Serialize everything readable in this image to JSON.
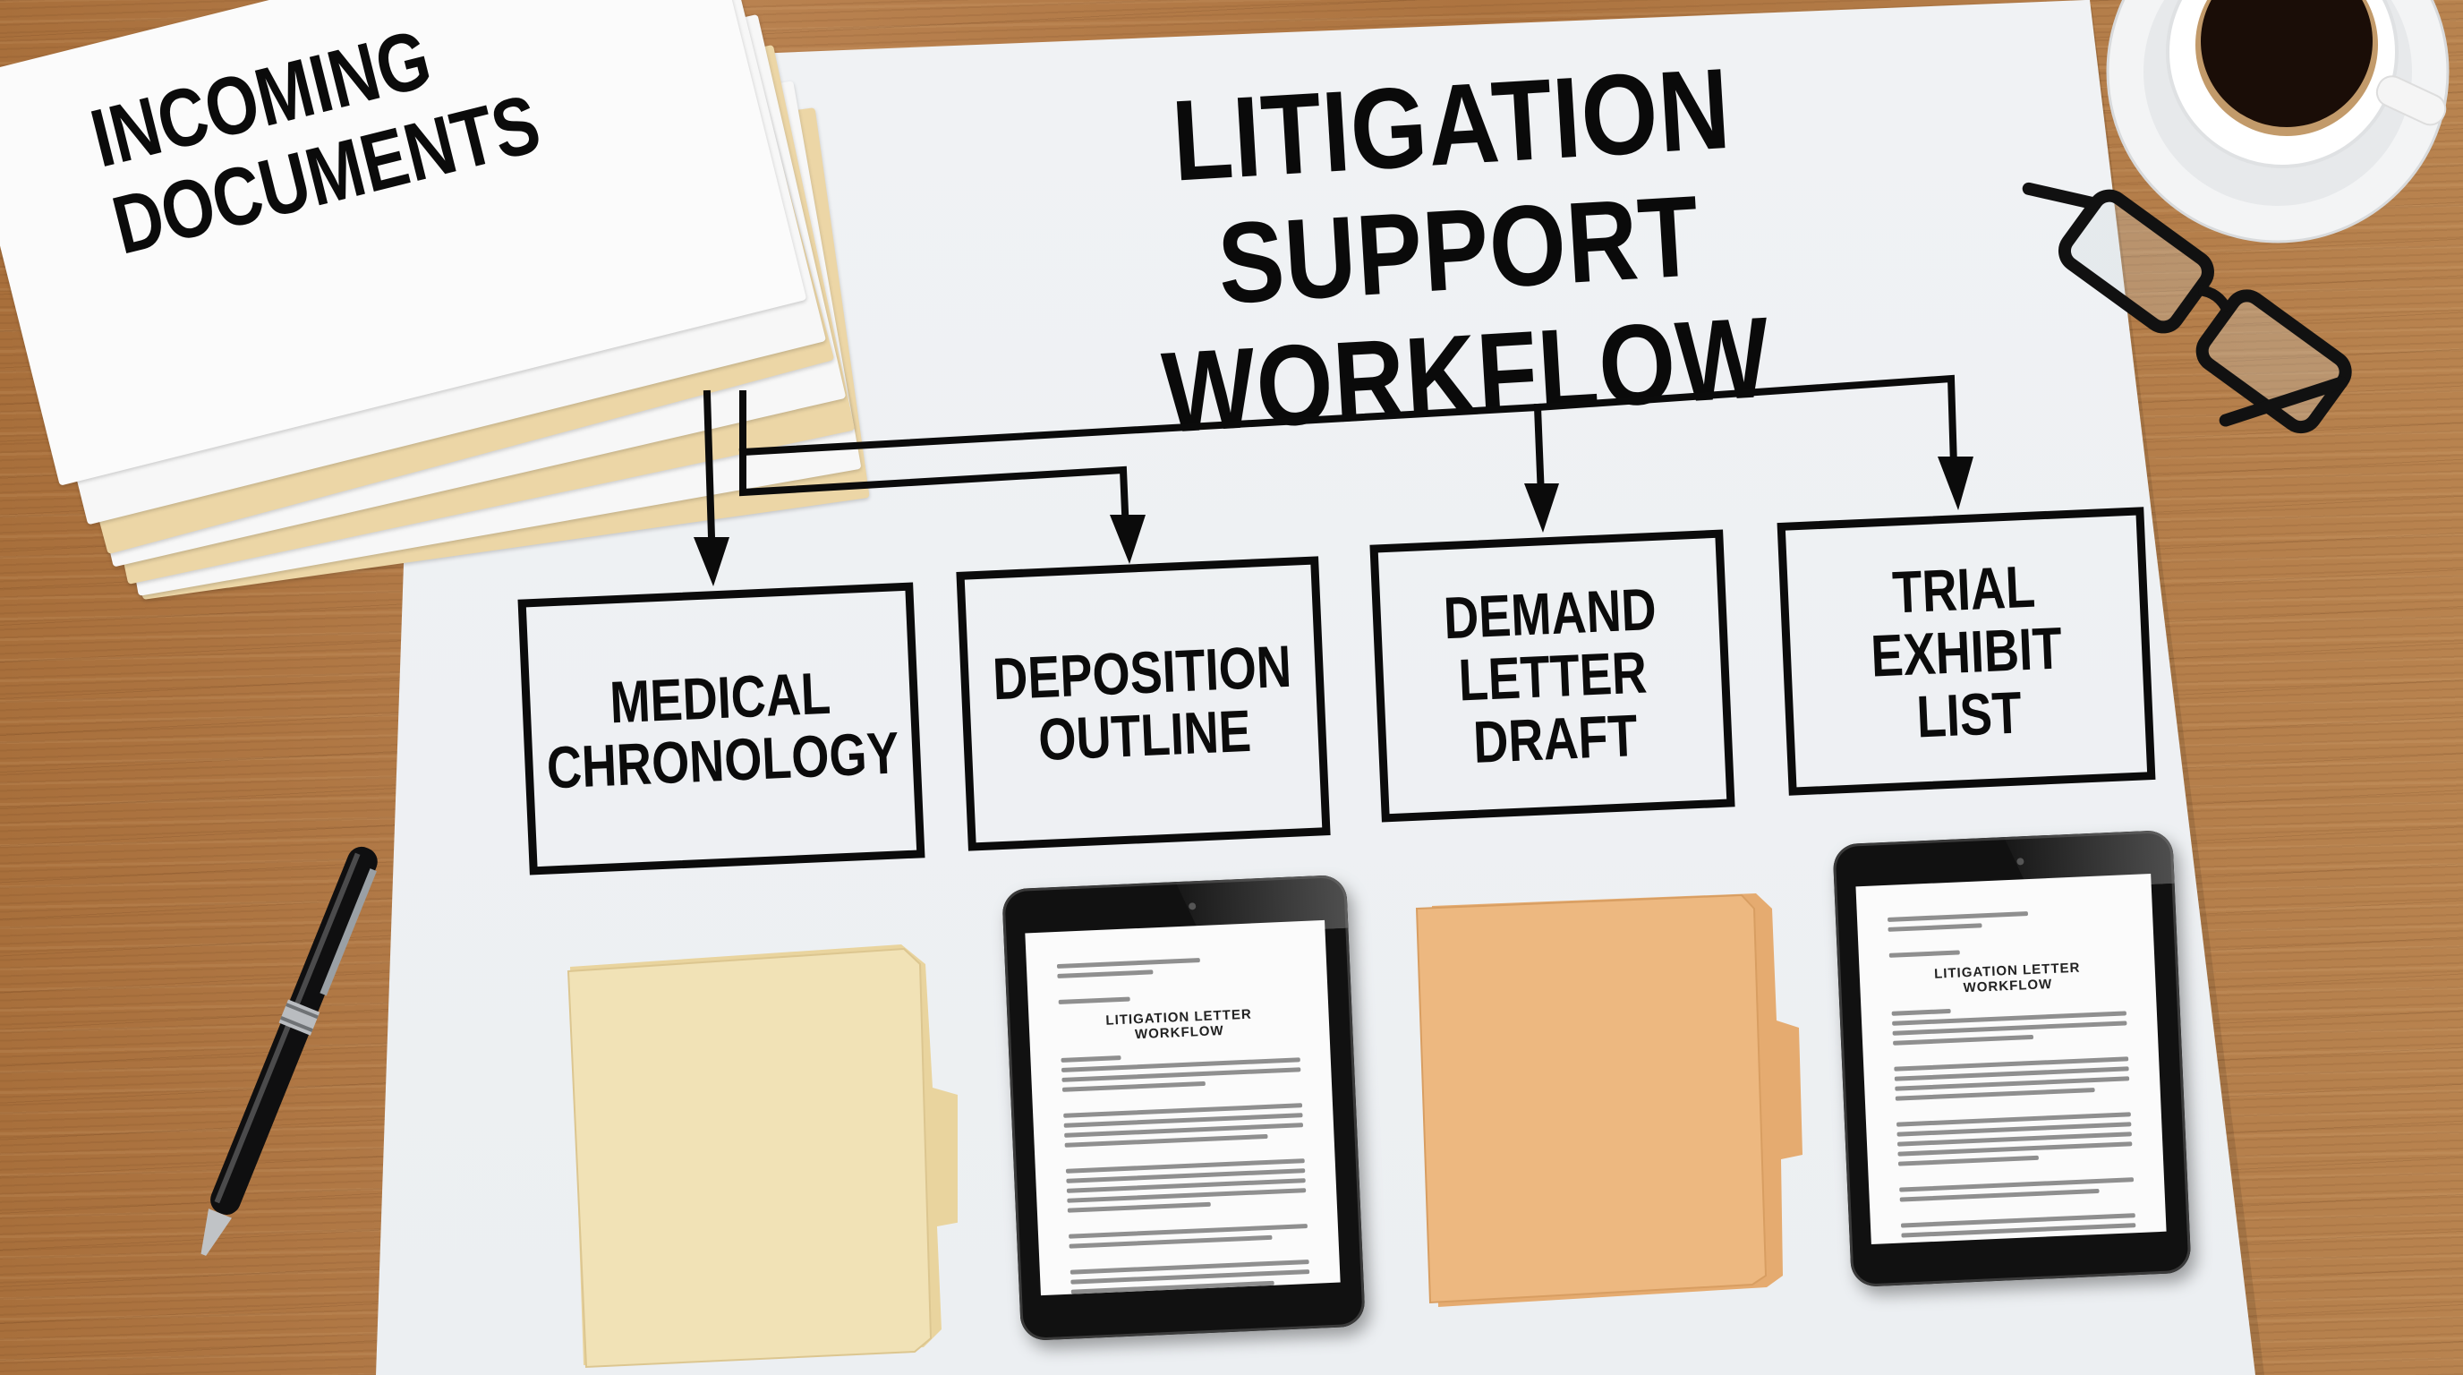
{
  "poster": {
    "title_line1": "LITIGATION SUPPORT",
    "title_line2": "WORKFLOW"
  },
  "source": {
    "label_line1": "INCOMING",
    "label_line2": "DOCUMENTS"
  },
  "workflow": {
    "steps": [
      {
        "label": "MEDICAL\nCHRONOLOGY",
        "artifact": "manila-folder"
      },
      {
        "label": "DEPOSITION\nOUTLINE",
        "artifact": "tablet-document"
      },
      {
        "label": "DEMAND\nLETTER\nDRAFT",
        "artifact": "orange-folder"
      },
      {
        "label": "TRIAL\nEXHIBIT\nLIST",
        "artifact": "tablet-document"
      }
    ]
  },
  "tablets": [
    {
      "doc_title": "LITIGATION LETTER WORKFLOW"
    },
    {
      "doc_title": "LITIGATION LETTER WORKFLOW"
    }
  ],
  "colors": {
    "desk": "#b27b45",
    "poster": "#eef0f2",
    "ink": "#0b0b0b",
    "manila_folder": "#f1e2b6",
    "orange_folder": "#edb880",
    "tablet_bezel": "#111111",
    "coffee": "#1a0d07"
  },
  "decor": [
    "coffee-cup",
    "eyeglasses",
    "ballpoint-pen",
    "document-stack"
  ]
}
